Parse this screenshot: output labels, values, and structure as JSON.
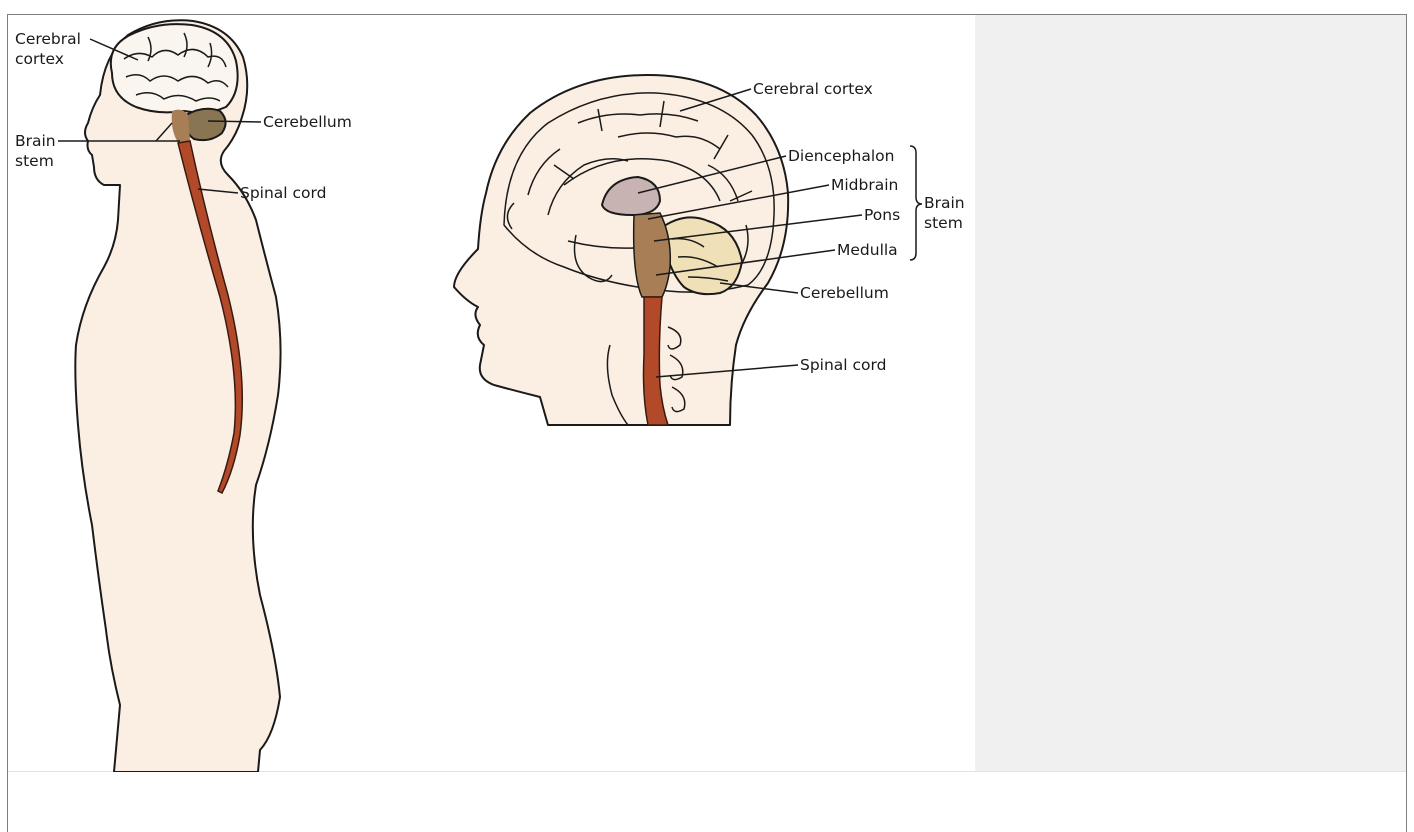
{
  "body_view": {
    "labels": {
      "cerebral_cortex_1": "Cerebral",
      "cerebral_cortex_2": "cortex",
      "brain_stem_1": "Brain",
      "brain_stem_2": "stem",
      "cerebellum": "Cerebellum",
      "spinal_cord": "Spinal cord"
    }
  },
  "head_view": {
    "labels": {
      "cerebral_cortex": "Cerebral cortex",
      "diencephalon": "Diencephalon",
      "midbrain": "Midbrain",
      "pons": "Pons",
      "medulla": "Medulla",
      "cerebellum": "Cerebellum",
      "spinal_cord": "Spinal cord",
      "brain_stem_1": "Brain",
      "brain_stem_2": "stem"
    }
  },
  "colors": {
    "skin": "#fbeee2",
    "brain": "#faf5ee",
    "spinal_cord": "#b24a2a",
    "brain_stem": "#a87e57",
    "cerebellum_body": "#8a7552",
    "cerebellum_head": "#efe0b8",
    "diencephalon": "#c8b3b3",
    "panel_bg": "#f0f0f0"
  }
}
